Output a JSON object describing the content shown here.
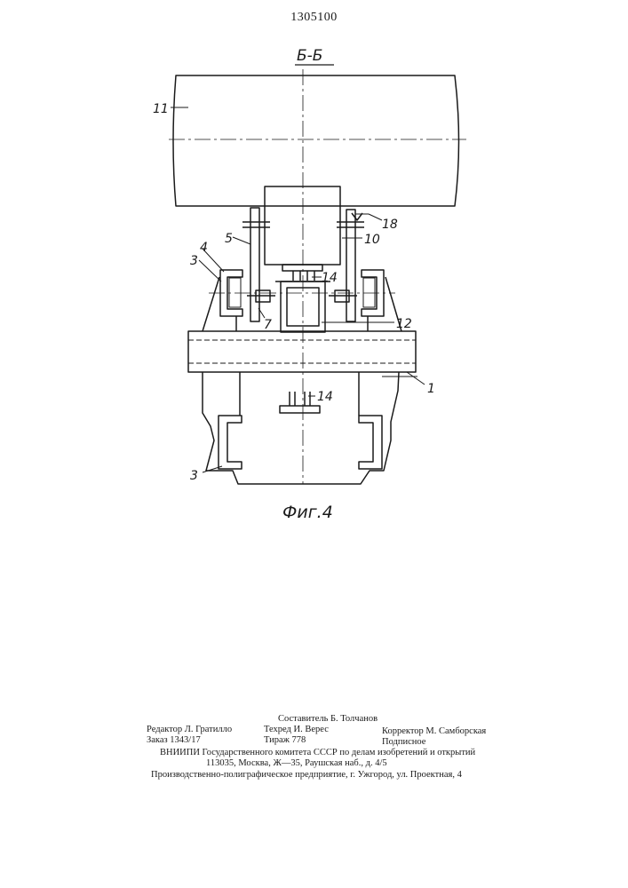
{
  "header": {
    "patent_number": "1305100"
  },
  "figure": {
    "section_label": "Б-Б",
    "caption": "Фиг.4",
    "callouts": {
      "c11": "11",
      "c18": "18",
      "c4": "4",
      "c3a": "3",
      "c5": "5",
      "c10": "10",
      "c14a": "14",
      "c7": "7",
      "c12": "12",
      "c1": "1",
      "c14b": "14",
      "c3b": "3"
    }
  },
  "colophon": {
    "editor": "Редактор Л. Гратилло",
    "compiler": "Составитель Б. Толчанов",
    "order": "Заказ 1343/17",
    "techred": "Техред И. Верес",
    "corrector": "Корректор М. Самборская",
    "circulation": "Тираж 778",
    "subscription": "Подписное",
    "vniipi": "ВНИИПИ Государственного комитета СССР по делам изобретений и открытий",
    "address": "113035, Москва, Ж—35, Раушская наб., д. 4/5",
    "printer": "Производственно-полиграфическое предприятие, г. Ужгород, ул. Проектная, 4"
  }
}
